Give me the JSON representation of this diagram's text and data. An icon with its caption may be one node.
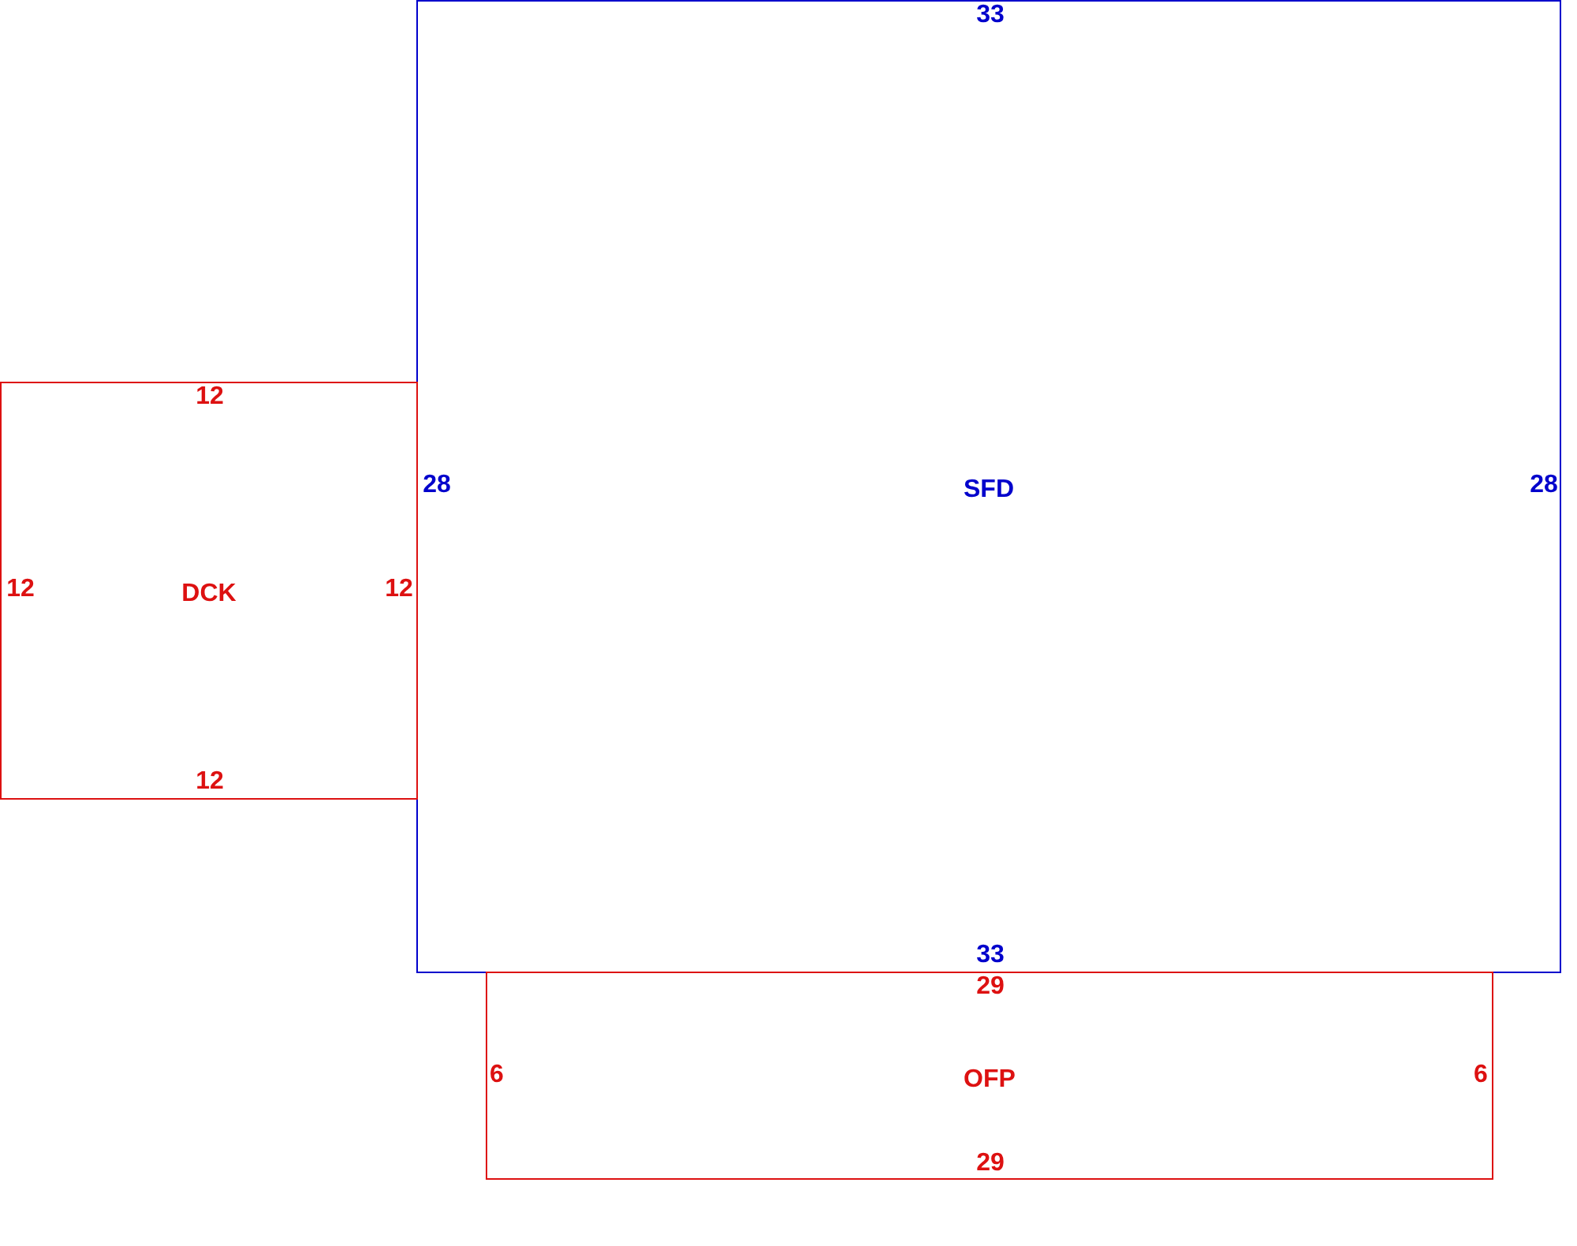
{
  "diagram": {
    "nodes": [
      {
        "text": [
          "SFD"
        ]
      },
      {
        "text": [
          "DCK"
        ]
      },
      {
        "text": [
          "OFP"
        ]
      }
    ],
    "labels": [
      "33",
      "12",
      "28",
      "28",
      "12",
      "12",
      "12",
      "33",
      "29",
      "6",
      "6",
      "29"
    ]
  }
}
